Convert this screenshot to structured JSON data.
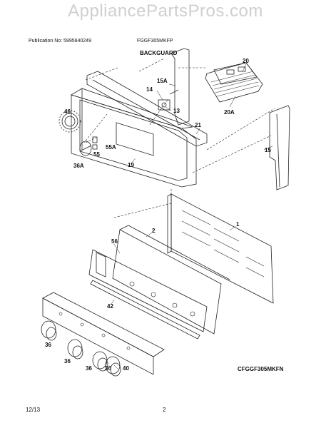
{
  "header": {
    "watermark": "AppliancePartsPros.com",
    "publication_no": "Publication No: 5995640249",
    "model": "FGGF305MKFP",
    "section_title": "BACKGUARD"
  },
  "callouts": [
    "20",
    "15A",
    "14",
    "13",
    "46",
    "21",
    "20A",
    "55A",
    "55",
    "15",
    "36A",
    "19",
    "1",
    "2",
    "56",
    "42",
    "36",
    "36",
    "36",
    "36",
    "40"
  ],
  "footer": {
    "diagram_ref": "CFGGF305MKFN",
    "date": "12/13",
    "page_number": "2"
  }
}
